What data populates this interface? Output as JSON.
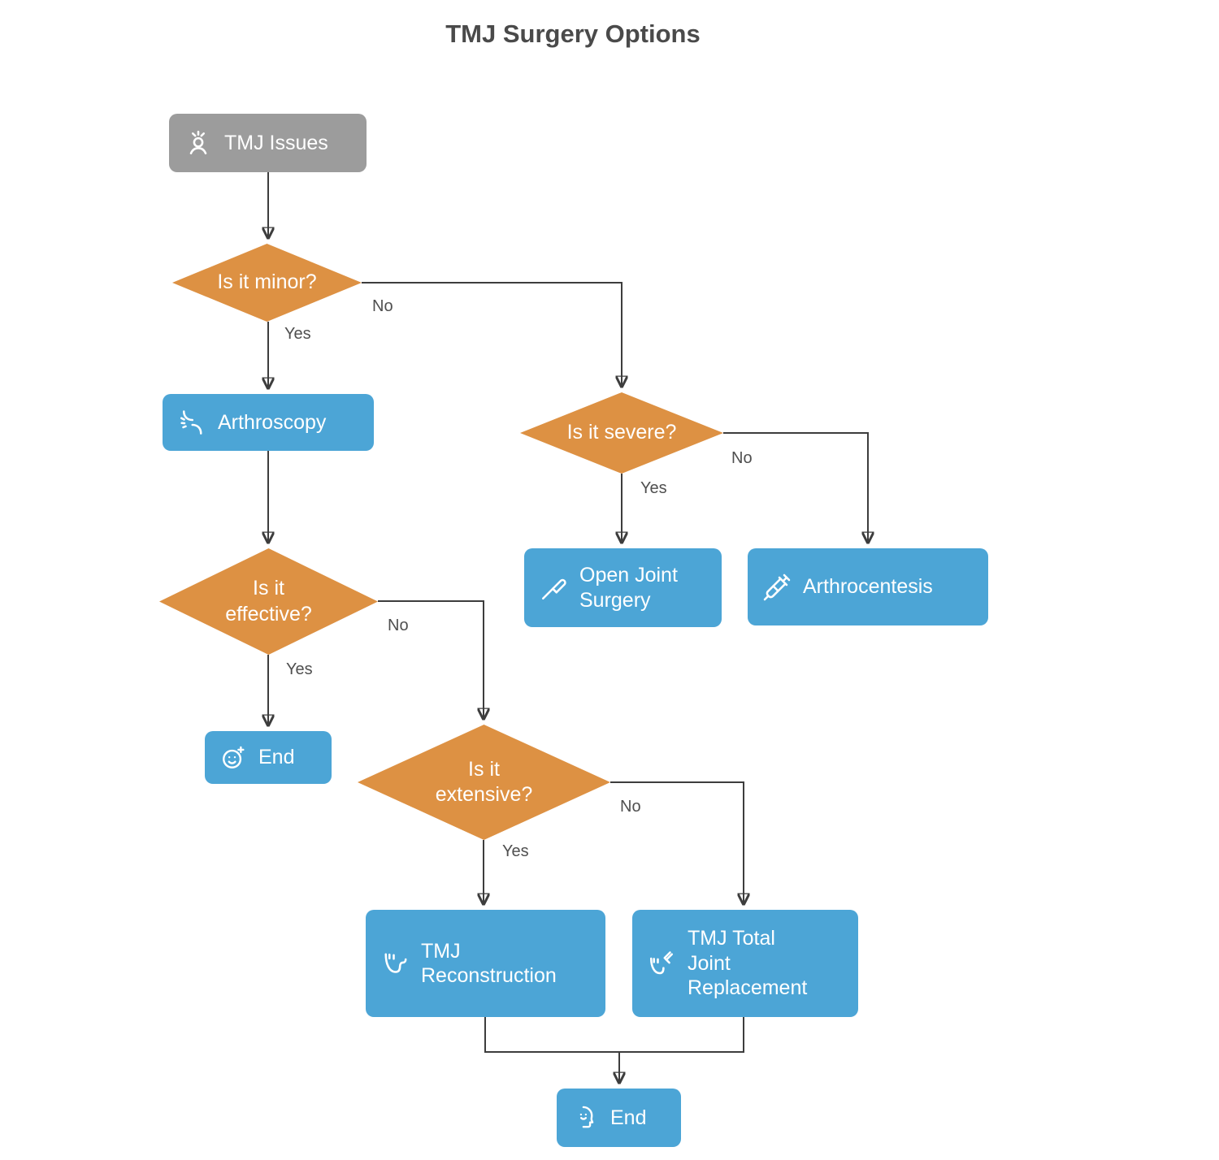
{
  "title": "TMJ Surgery Options",
  "colors": {
    "decision_fill": "#DD9143",
    "action_fill": "#4CA5D6",
    "start_fill": "#9C9C9C",
    "line": "#3d3d3d",
    "node_text": "#ffffff",
    "edge_label_text": "#4f4f4f",
    "title_text": "#4a4a4a"
  },
  "nodes": {
    "tmj_issues": {
      "label": "TMJ Issues",
      "icon": "person-pain-icon",
      "type": "start"
    },
    "is_it_minor": {
      "label": "Is it minor?",
      "type": "decision"
    },
    "arthroscopy": {
      "label": "Arthroscopy",
      "icon": "joint-icon",
      "type": "action"
    },
    "is_it_severe": {
      "label": "Is it severe?",
      "type": "decision"
    },
    "open_joint_surgery": {
      "label": "Open Joint Surgery",
      "icon": "scalpel-hand-icon",
      "type": "action"
    },
    "arthrocentesis": {
      "label": "Arthrocentesis",
      "icon": "syringe-icon",
      "type": "action"
    },
    "is_it_effective": {
      "label": "Is it effective?",
      "type": "decision"
    },
    "end_effective": {
      "label": "End",
      "icon": "smiley-plus-icon",
      "type": "terminal"
    },
    "is_it_extensive": {
      "label": "Is it extensive?",
      "type": "decision"
    },
    "tmj_reconstruction": {
      "label": "TMJ Reconstruction",
      "icon": "jaw-icon",
      "type": "action"
    },
    "tmj_total_joint_replacement": {
      "label": "TMJ Total Joint Replacement",
      "icon": "jaw-implant-icon",
      "type": "action"
    },
    "end_final": {
      "label": "End",
      "icon": "head-smile-icon",
      "type": "terminal"
    }
  },
  "edge_labels": {
    "minor_yes": "Yes",
    "minor_no": "No",
    "severe_yes": "Yes",
    "severe_no": "No",
    "effective_yes": "Yes",
    "effective_no": "No",
    "extensive_yes": "Yes",
    "extensive_no": "No"
  }
}
